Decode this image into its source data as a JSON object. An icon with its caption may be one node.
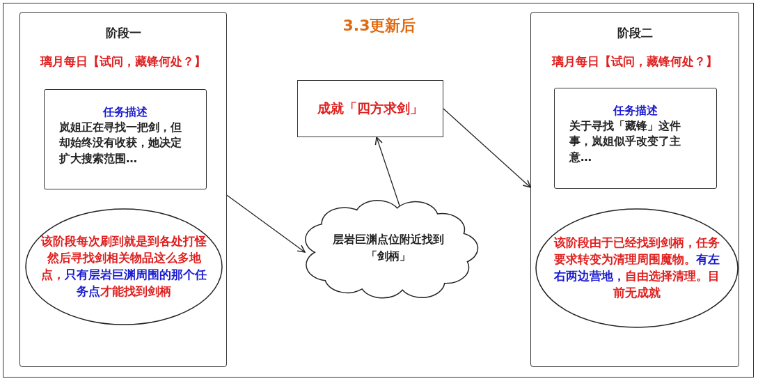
{
  "diagram": {
    "title": "3.3更新后",
    "nodes": [
      {
        "text": [
          "阶段一",
          "璃月每日【试问，藏锋何处？】"
        ]
      },
      {
        "text": [
          "任务描述",
          "岚姐正在寻找一把剑，但却始终没有收获，她决定扩大搜索范围…"
        ],
        "in": 0
      },
      {
        "text": [
          "该阶段每次刷到就是到各处打怪然后寻找剑相关物品这么多地点，",
          "只有层岩巨渊周围的那个任务点",
          "才能找到剑柄"
        ],
        "in": 0
      },
      {
        "text": [
          "成就「四方求剑」"
        ]
      },
      {
        "text": [
          "层岩巨渊点位附近找到「剑柄」"
        ]
      },
      {
        "text": [
          "阶段二",
          "璃月每日【试问，藏锋何处？】"
        ]
      },
      {
        "text": [
          "任务描述",
          "关于寻找「藏锋」这件事，岚姐似乎改变了主意…"
        ],
        "in": 5
      },
      {
        "text": [
          "该阶段由于已经找到剑柄，任务要求转变为清理周围魔物。",
          "有左右两边营地，",
          "自由选择清理。目前无成就"
        ],
        "in": 5
      }
    ],
    "edges": [
      {
        "from": 0,
        "to": 4,
        "arrow": "to"
      },
      {
        "from": 4,
        "to": 3,
        "arrow": "to"
      },
      {
        "from": 3,
        "to": 5,
        "arrow": "to"
      }
    ]
  }
}
